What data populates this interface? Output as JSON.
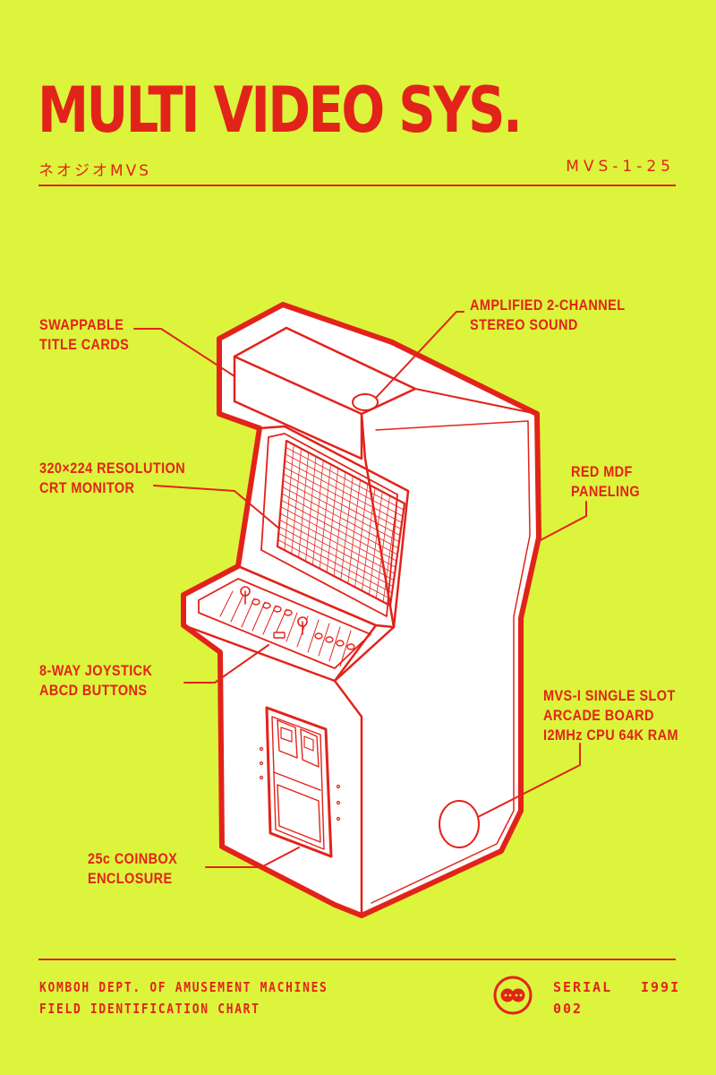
{
  "header": {
    "title": "MULTI VIDEO SYS.",
    "subtitle": "ネオジオMVS",
    "code": "MVS-1-25"
  },
  "callouts": {
    "title_cards": [
      "SWAPPABLE",
      "TITLE CARDS"
    ],
    "crt_monitor": [
      "320×224 RESOLUTION",
      "CRT MONITOR"
    ],
    "joystick": [
      "8-WAY JOYSTICK",
      "ABCD BUTTONS"
    ],
    "coinbox": [
      "25c COINBOX",
      "ENCLOSURE"
    ],
    "sound": [
      "AMPLIFIED 2-CHANNEL",
      "STEREO SOUND"
    ],
    "paneling": [
      "RED MDF",
      "PANELING"
    ],
    "board": [
      "MVS-I SINGLE SLOT",
      "ARCADE BOARD",
      "I2MHz CPU 64K RAM"
    ]
  },
  "footer": {
    "dept": [
      "KOMBOH DEPT. OF AMUSEMENT MACHINES",
      "FIELD IDENTIFICATION CHART"
    ],
    "serial_label": "SERIAL",
    "serial_number": "002",
    "year": "I99I",
    "logo_icon": "komboh-logo-icon"
  },
  "colors": {
    "background": "#dcf43c",
    "ink": "#e2231a",
    "cabinet": "#ffffff"
  }
}
